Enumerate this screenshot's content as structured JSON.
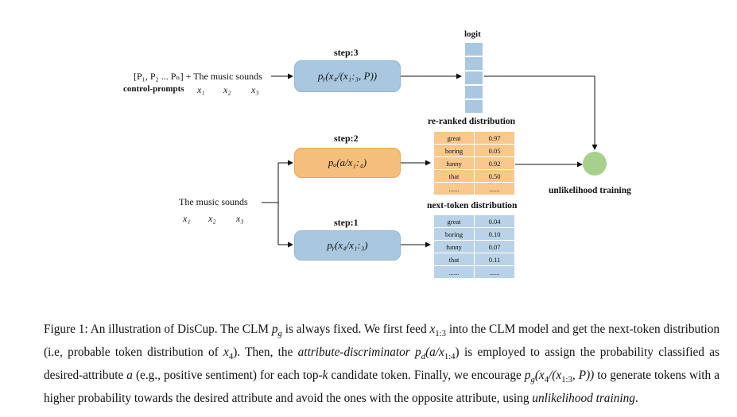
{
  "top_input": {
    "prompt_prefix": "[P₁, P₂ ... Pₙ] + The music sounds",
    "control_label": "control-prompts",
    "x1": "x₁",
    "x2": "x₂",
    "x3": "x₃"
  },
  "mid_input": {
    "text": "The music sounds",
    "x1": "x₁",
    "x2": "x₂",
    "x3": "x₃"
  },
  "steps": {
    "step3": {
      "label": "step:3",
      "formula": "pᵧ(x₄/(x₁:₃, P))"
    },
    "step2": {
      "label": "step:2",
      "formula": "pₐ(a/x₁:₄)"
    },
    "step1": {
      "label": "step:1",
      "formula": "pᵧ(x₄/x₁:₃)"
    }
  },
  "logit": {
    "label": "logit"
  },
  "reranked": {
    "title": "re-ranked distribution",
    "rows": [
      [
        "great",
        "0.97"
      ],
      [
        "boring",
        "0.05"
      ],
      [
        "funny",
        "0.92"
      ],
      [
        "that",
        "0.50"
      ],
      [
        "......",
        "......"
      ]
    ]
  },
  "next_token": {
    "title": "next-token distribution",
    "rows": [
      [
        "great",
        "0.04"
      ],
      [
        "boring",
        "0.10"
      ],
      [
        "funny",
        "0.07"
      ],
      [
        "that",
        "0.11"
      ],
      [
        "......",
        "......"
      ]
    ]
  },
  "unlikelihood": {
    "label": "unlikelihood training"
  },
  "caption": {
    "l1a": "Figure 1: An illustration of DisCup. The CLM ",
    "pg": "p",
    "pg_sub": "g",
    "l1b": " is always fixed. We first feed ",
    "x13": "x",
    "x13_sub": "1:3",
    "l1c": " into the CLM model and get the next-token distribution (i.e, probable token distribution of ",
    "x4": "x",
    "x4_sub": "4",
    "l1d": "). Then, the ",
    "attr_disc": "attribute-discriminator",
    "pd": " p",
    "pd_sub": "d",
    "pd_args": "(a/x",
    "pd_args_sub": "1:4",
    "pd_close": ")",
    "l2": " is employed to assign the probability classified as desired-attribute ",
    "a": "a",
    "l3": " (e.g., positive sentiment) for each top-",
    "k": "k",
    "l4": " candidate token. Finally, we encourage ",
    "pg2": "p",
    "pg2_sub": "g",
    "pg2_args": "(x",
    "pg2_args_sub": "4",
    "pg2_mid": "/(x",
    "pg2_mid_sub": "1:3",
    "pg2_end": ", P))",
    "l5": " to generate tokens with a higher probability towards the desired attribute and avoid the ones with the opposite attribute, using ",
    "ul": "unlikelihood training",
    "end": "."
  },
  "colors": {
    "blue": "#a9c8e0",
    "orange": "#f5be7a",
    "green": "#a8d08d"
  }
}
